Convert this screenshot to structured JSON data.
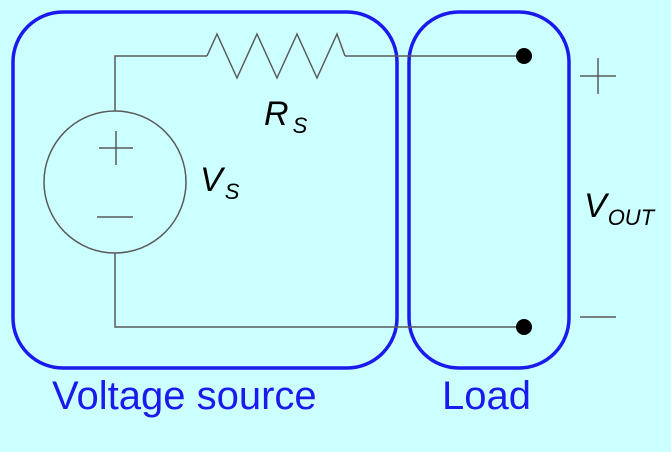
{
  "labels": {
    "rs": {
      "main": "R",
      "sub": "S"
    },
    "vs": {
      "main": "V",
      "sub": "S"
    },
    "vout": {
      "main": "V",
      "sub": "OUT"
    }
  },
  "captions": {
    "voltage_source": "Voltage source",
    "load": "Load"
  },
  "colors": {
    "box_stroke": "#1a1aee",
    "wire": "#5a5a5a",
    "background": "#ccffff"
  }
}
